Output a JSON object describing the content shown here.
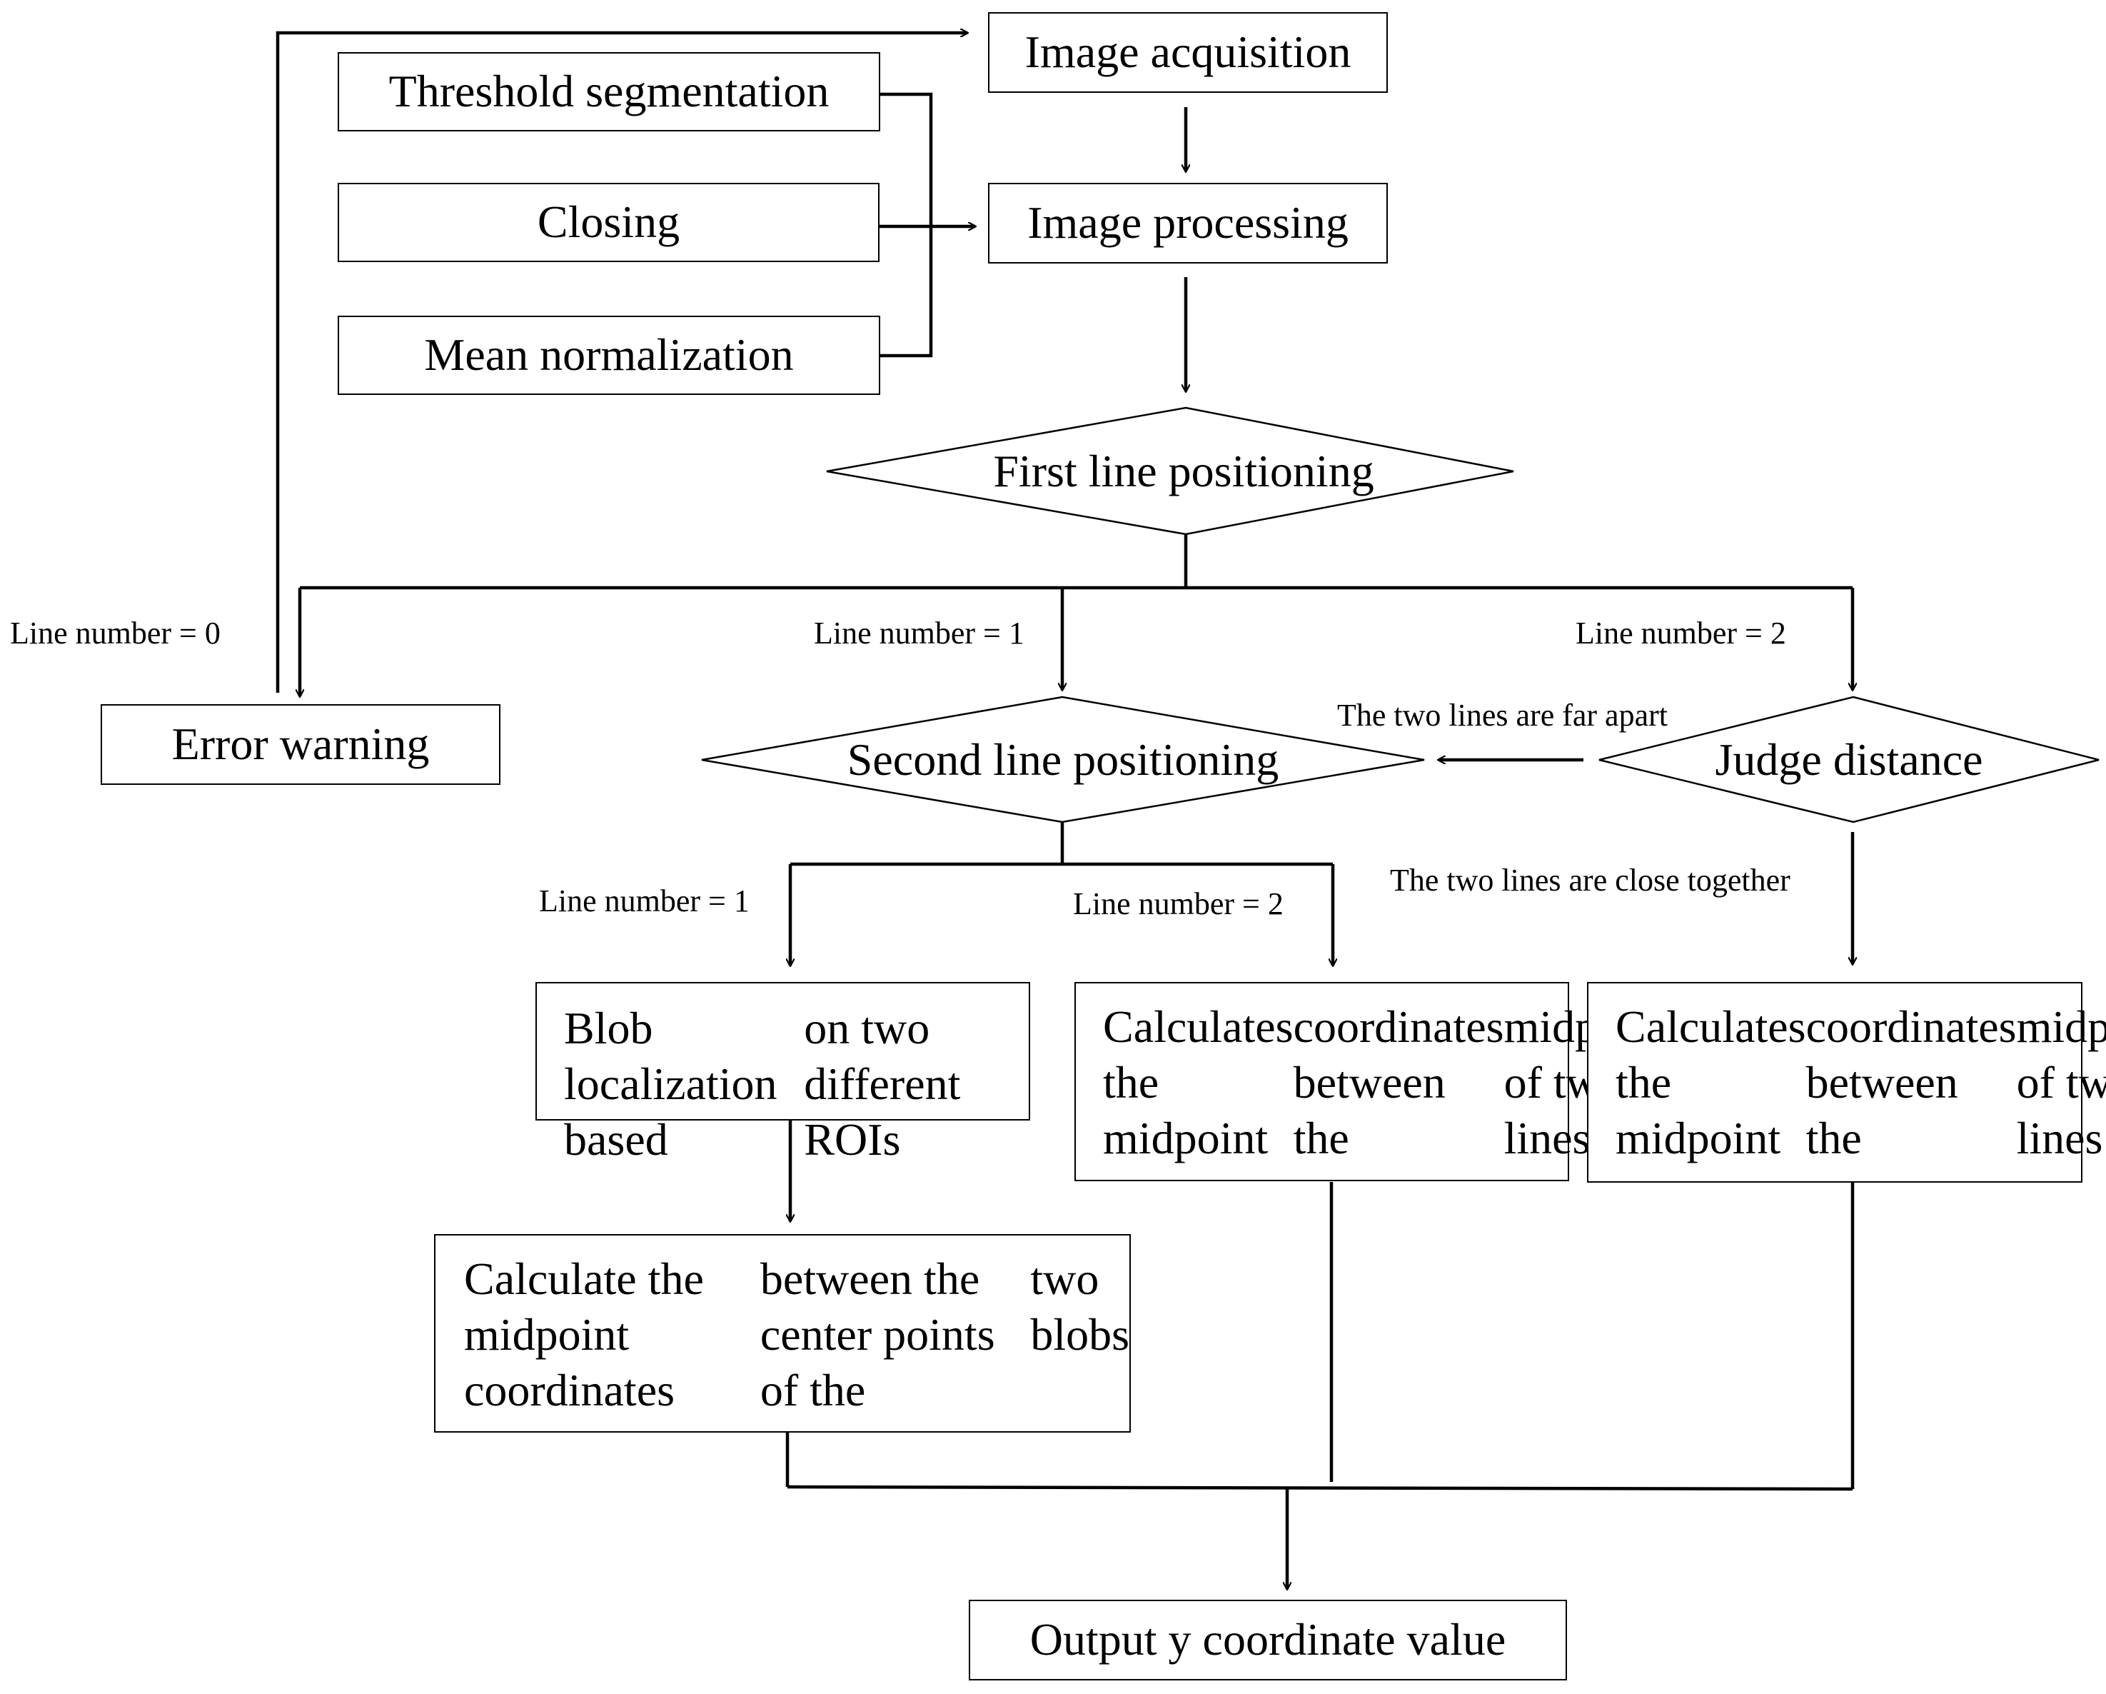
{
  "nodes": {
    "image_acquisition": "Image acquisition",
    "threshold_segmentation": "Threshold segmentation",
    "closing": "Closing",
    "mean_normalization": "Mean normalization",
    "image_processing": "Image processing",
    "first_line_positioning": "First line positioning",
    "error_warning": "Error warning",
    "second_line_positioning": "Second line positioning",
    "judge_distance": "Judge distance",
    "blob_localization": [
      "Blob localization based",
      "on two different ROIs"
    ],
    "calc_midpoint_blobs": [
      "Calculate the midpoint coordinates",
      "between the center points of the",
      "two blobs"
    ],
    "calc_midpoint_lines_a": [
      "Calculates the midpoint",
      "coordinates between the",
      "midpoints of two lines"
    ],
    "calc_midpoint_lines_b": [
      "Calculates the midpoint",
      "coordinates between the",
      "midpoints of two lines"
    ],
    "output": "Output y coordinate value"
  },
  "edge_labels": {
    "line_number_0": "Line number = 0",
    "line_number_1_top": "Line number = 1",
    "line_number_2_top": "Line number = 2",
    "far_apart": "The two lines are far apart",
    "close_together": "The two lines are close together",
    "line_number_1_bottom": "Line number = 1",
    "line_number_2_bottom": "Line number = 2"
  }
}
